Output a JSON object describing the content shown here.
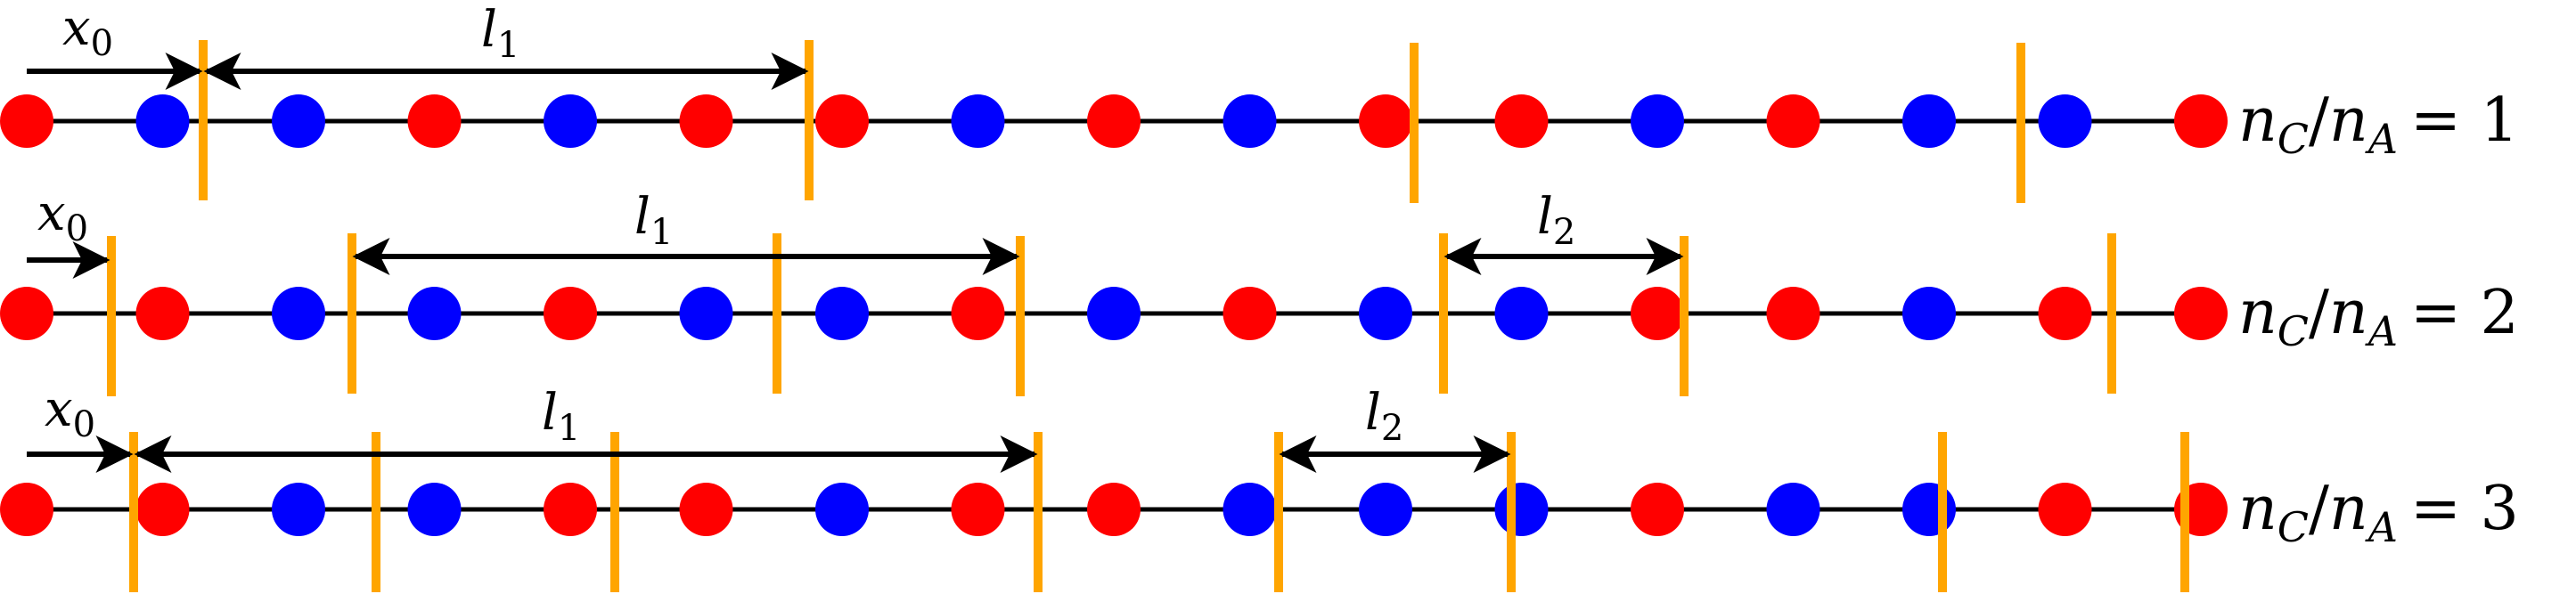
{
  "colors": {
    "red_site": "#ff0000",
    "blue_site": "#0000ff",
    "wall": "#ffa500",
    "line": "#000000",
    "arrow": "#000000"
  },
  "rows": [
    {
      "ratio_label": "n_C/n_A = 1",
      "ratio_parts": {
        "n1": "n",
        "s1": "C",
        "slash": "/",
        "n2": "n",
        "s2": "A",
        "eq": "= 1"
      },
      "sites": [
        "red",
        "blue",
        "blue",
        "red",
        "blue",
        "red",
        "red",
        "blue",
        "red",
        "blue",
        "red",
        "red",
        "blue",
        "red",
        "blue",
        "blue",
        "red"
      ],
      "arrows": [
        {
          "label": "x",
          "sub": "0"
        },
        {
          "label": "l",
          "sub": "1"
        }
      ]
    },
    {
      "ratio_label": "n_C/n_A = 2",
      "ratio_parts": {
        "n1": "n",
        "s1": "C",
        "slash": "/",
        "n2": "n",
        "s2": "A",
        "eq": "= 2"
      },
      "sites": [
        "red",
        "red",
        "blue",
        "blue",
        "red",
        "blue",
        "blue",
        "red",
        "blue",
        "red",
        "blue",
        "blue",
        "red",
        "red",
        "blue",
        "red",
        "red"
      ],
      "arrows": [
        {
          "label": "x",
          "sub": "0"
        },
        {
          "label": "l",
          "sub": "1"
        },
        {
          "label": "l",
          "sub": "2"
        }
      ]
    },
    {
      "ratio_label": "n_C/n_A = 3",
      "ratio_parts": {
        "n1": "n",
        "s1": "C",
        "slash": "/",
        "n2": "n",
        "s2": "A",
        "eq": "= 3"
      },
      "sites": [
        "red",
        "red",
        "blue",
        "blue",
        "red",
        "red",
        "blue",
        "red",
        "red",
        "blue",
        "blue",
        "blue",
        "red",
        "blue",
        "blue",
        "red",
        "red"
      ],
      "arrows": [
        {
          "label": "x",
          "sub": "0"
        },
        {
          "label": "l",
          "sub": "1"
        },
        {
          "label": "l",
          "sub": "2"
        }
      ]
    }
  ]
}
